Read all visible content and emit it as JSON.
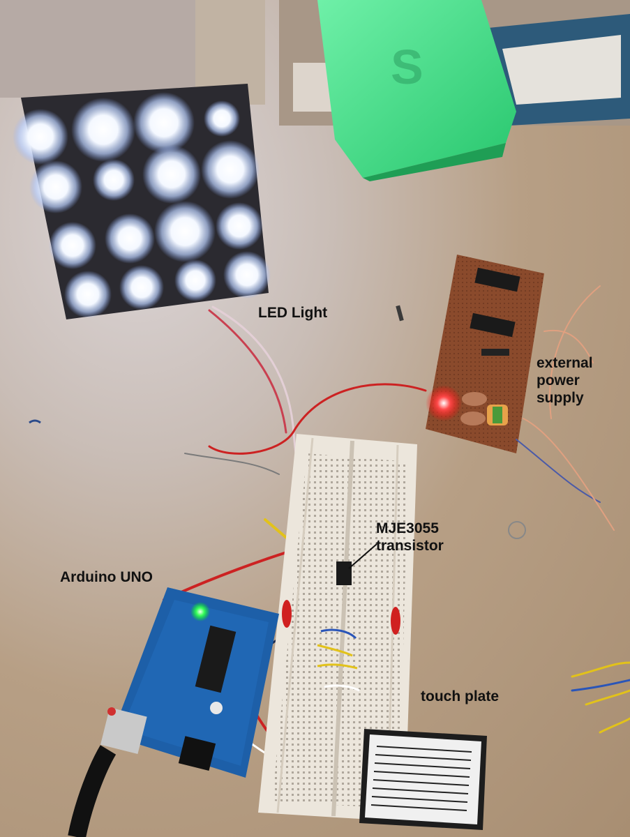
{
  "labels": {
    "led_light": "LED Light",
    "external_power_supply": [
      "external",
      "power",
      "supply"
    ],
    "transistor": [
      "MJE3055",
      "transistor"
    ],
    "arduino": "Arduino UNO",
    "touch_plate": "touch plate"
  },
  "colors": {
    "table": "#b9a38a",
    "led_glow": "#ffffff",
    "led_panel": "#2b2a30",
    "pcb": "#8a4a2c",
    "arduino_board": "#1d5fa8",
    "breadboard": "#ece6dc",
    "wire_red": "#cc2222",
    "wire_yellow": "#e2c21a",
    "wire_blue": "#2a55b8",
    "status_led_red": "#ff3030",
    "status_led_green": "#39ff5a",
    "battery_box": "#3ee08a"
  }
}
